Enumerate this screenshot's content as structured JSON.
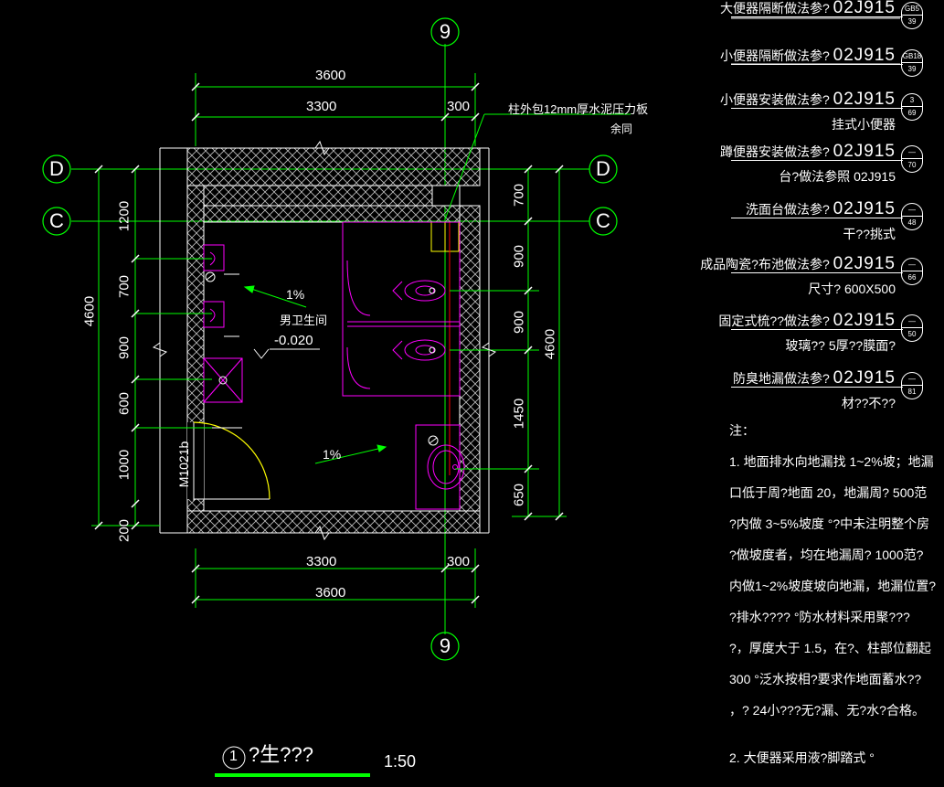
{
  "drawing": {
    "title": "?生???",
    "title_circle": "1",
    "scale": "1:50",
    "room_label": "男卫生间",
    "room_elevation": "-0.020",
    "slope_1": "1%",
    "slope_2": "1%",
    "door_tag": "M1021b",
    "column_note_1": "柱外包12mm厚水泥压力板",
    "column_note_2": "余同"
  },
  "axes": {
    "top": "9",
    "bottom": "9",
    "left_d": "D",
    "left_c": "C",
    "right_d": "D",
    "right_c": "C"
  },
  "dimensions": {
    "top_total": "3600",
    "top_a": "3300",
    "top_b": "300",
    "bottom_a": "3300",
    "bottom_b": "300",
    "bottom_total": "3600",
    "left_total": "4600",
    "left_segments": [
      "1200",
      "700",
      "900",
      "600",
      "1000",
      "200"
    ],
    "right_total": "4600",
    "right_segments": [
      "700",
      "900",
      "900",
      "1450",
      "650"
    ]
  },
  "specs": [
    {
      "text": "大便器隔断做法参?",
      "code": "02J915",
      "badge": [
        "GB5",
        "39"
      ],
      "sub": ""
    },
    {
      "text": "小便器隔断做法参?",
      "code": "02J915",
      "badge": [
        "GB18",
        "39"
      ],
      "sub": ""
    },
    {
      "text": "小便器安装做法参?",
      "code": "02J915",
      "badge": [
        "3",
        "69"
      ],
      "sub": "挂式小便器"
    },
    {
      "text": "蹲便器安装做法参?",
      "code": "02J915",
      "badge": [
        "—",
        "70"
      ],
      "sub": "台?做法参照 02J915"
    },
    {
      "text": "洗面台做法参?",
      "code": "02J915",
      "badge": [
        "—",
        "48"
      ],
      "sub": "干??挑式"
    },
    {
      "text": "成品陶瓷?布池做法参?",
      "code": "02J915",
      "badge": [
        "—",
        "66"
      ],
      "sub": "尺寸? 600X500"
    },
    {
      "text": "固定式梳??做法参?",
      "code": "02J915",
      "badge": [
        "—",
        "50"
      ],
      "sub": "玻璃?? 5厚??膜面?"
    },
    {
      "text": "防臭地漏做法参?",
      "code": "02J915",
      "badge": [
        "—",
        "81"
      ],
      "sub": "材??不??"
    }
  ],
  "notes": {
    "heading": "注：",
    "lines": [
      "1. 地面排水向地漏找 1~2%坡；地漏",
      "口低于周?地面 20，地漏周? 500范",
      "?内做 3~5%坡度 °?中未注明整个房",
      "?做坡度者，均在地漏周? 1000范?",
      "内做1~2%坡度坡向地漏，地漏位置?",
      "?排水???? °防水材料采用聚???",
      "?，厚度大于 1.5，在?、柱部位翻起",
      "300 °泛水按相?要求作地面蓄水??",
      "，? 24小???无?漏、无?水?合格。",
      "",
      "2. 大便器采用液?脚踏式 °"
    ]
  },
  "colors": {
    "axis": "#00ff00",
    "wall": "#ffffff",
    "fixture": "#ff00ff",
    "accent": "#ffff00",
    "red_line": "#ff0000",
    "dim": "#00ff00"
  }
}
